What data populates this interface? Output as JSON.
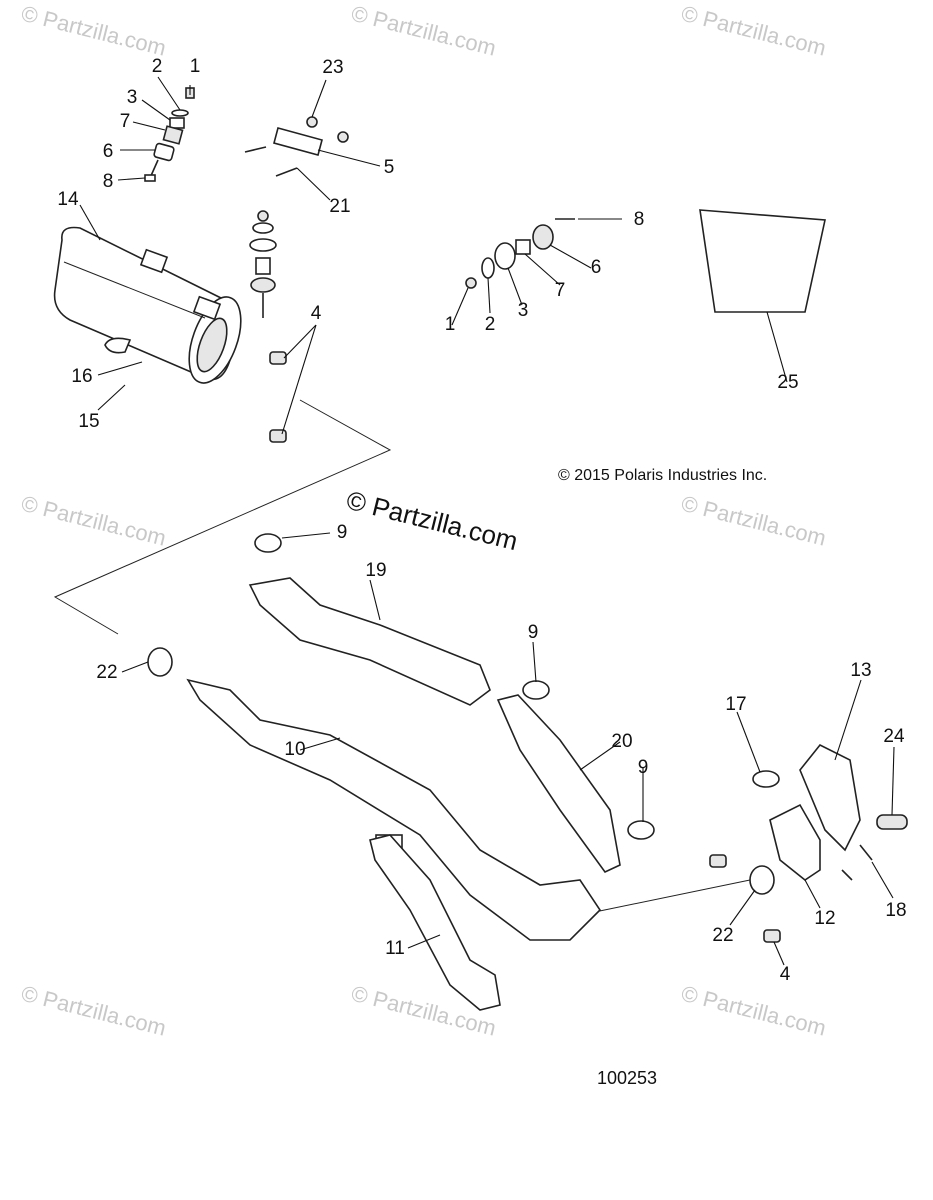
{
  "copyright": "© 2015 Polaris Industries Inc.",
  "diagram_number": "100253",
  "watermark_text": "© Partzilla.com",
  "callouts": {
    "c1a": "1",
    "c2a": "2",
    "c3a": "3",
    "c7a": "7",
    "c6a": "6",
    "c8a": "8",
    "c23": "23",
    "c5": "5",
    "c21": "21",
    "c14": "14",
    "c4a": "4",
    "c16": "16",
    "c15": "15",
    "c8b": "8",
    "c6b": "6",
    "c7b": "7",
    "c3b": "3",
    "c2b": "2",
    "c1b": "1",
    "c25": "25",
    "c9a": "9",
    "c19": "19",
    "c9b": "9",
    "c22a": "22",
    "c10": "10",
    "c20": "20",
    "c9c": "9",
    "c17": "17",
    "c13": "13",
    "c24": "24",
    "c11": "11",
    "c22b": "22",
    "c12": "12",
    "c18": "18",
    "c4b": "4"
  }
}
